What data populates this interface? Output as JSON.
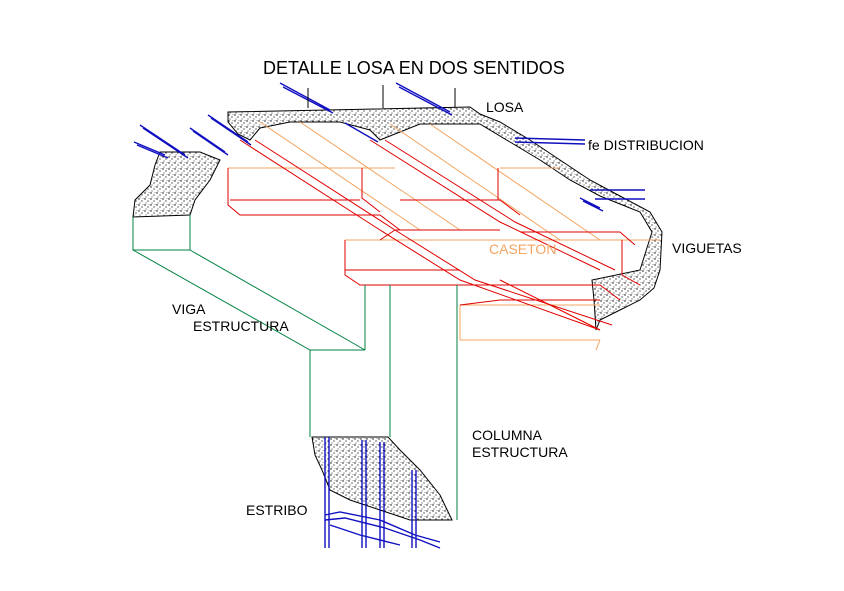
{
  "title": "DETALLE LOSA EN DOS SENTIDOS",
  "labels": {
    "losa": "LOSA",
    "fe_distribucion": "fe DISTRIBUCION",
    "viguetas": "VIGUETAS",
    "caseton": "CASETON",
    "viga_line1": "VIGA",
    "viga_line2": "ESTRUCTURA",
    "columna_line1": "COLUMNA",
    "columna_line2": "ESTRUCTURA",
    "estribo": "ESTRIBO"
  },
  "colors": {
    "concrete_outline": "#000000",
    "vigueta_lines": "#e00000",
    "caseton_lines": "#f4a460",
    "structure_lines": "#008040",
    "rebar": "#1010c0",
    "background": "#ffffff"
  }
}
